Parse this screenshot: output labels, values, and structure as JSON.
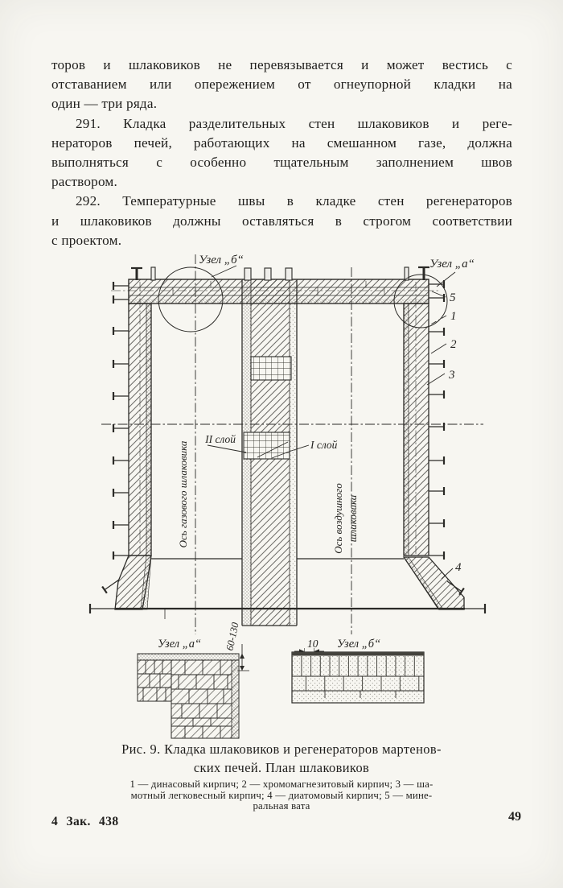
{
  "page": {
    "background": "#f7f6f1",
    "ink": "#1f1e1c"
  },
  "body": {
    "lines": [
      "торов и шлаковиков не перевязывается и может вестись с",
      "отставанием или опережением от огнеупорной кладки на",
      "один — три ряда.",
      "291. Кладка разделительных стен шлаковиков и реге-",
      "нераторов печей, работающих на смешанном газе, должна",
      "выполняться с особенно тщательным заполнением швов",
      "раствором.",
      "292. Температурные швы в кладке стен  регенераторов",
      "и шлаковиков должны оставляться в строгом соответствии",
      "с проектом."
    ]
  },
  "figure": {
    "uzel_b_label": "Узел „б“",
    "uzel_a_label": "Узел „а“",
    "callout_5": "5",
    "callout_1": "1",
    "callout_2": "2",
    "callout_3": "3",
    "callout_4": "4",
    "layer_ii": "II слой",
    "layer_i": "I слой",
    "axis_gas": "Ось газового шлаковика",
    "axis_air_1": "Ось воздушного",
    "axis_air_2": "шлаковика",
    "detail_a_label": "Узел „а“",
    "detail_a_dim": "60-130",
    "detail_b_label": "Узел „б“",
    "detail_b_dim": "10"
  },
  "caption": {
    "line1": "Рис. 9. Кладка шлаковиков и регенераторов  мартенов-",
    "line2": "ских печей. План шлаковиков",
    "legend": [
      "1 — динасовый кирпич; 2 — хромомагнезитовый кирпич; 3 — ша-",
      "мотный легковесный кирпич; 4 — диатомовый кирпич; 5 — мине-",
      "ральная вата"
    ]
  },
  "footer": {
    "left": "4 Зак. 438",
    "page_number": "49"
  }
}
